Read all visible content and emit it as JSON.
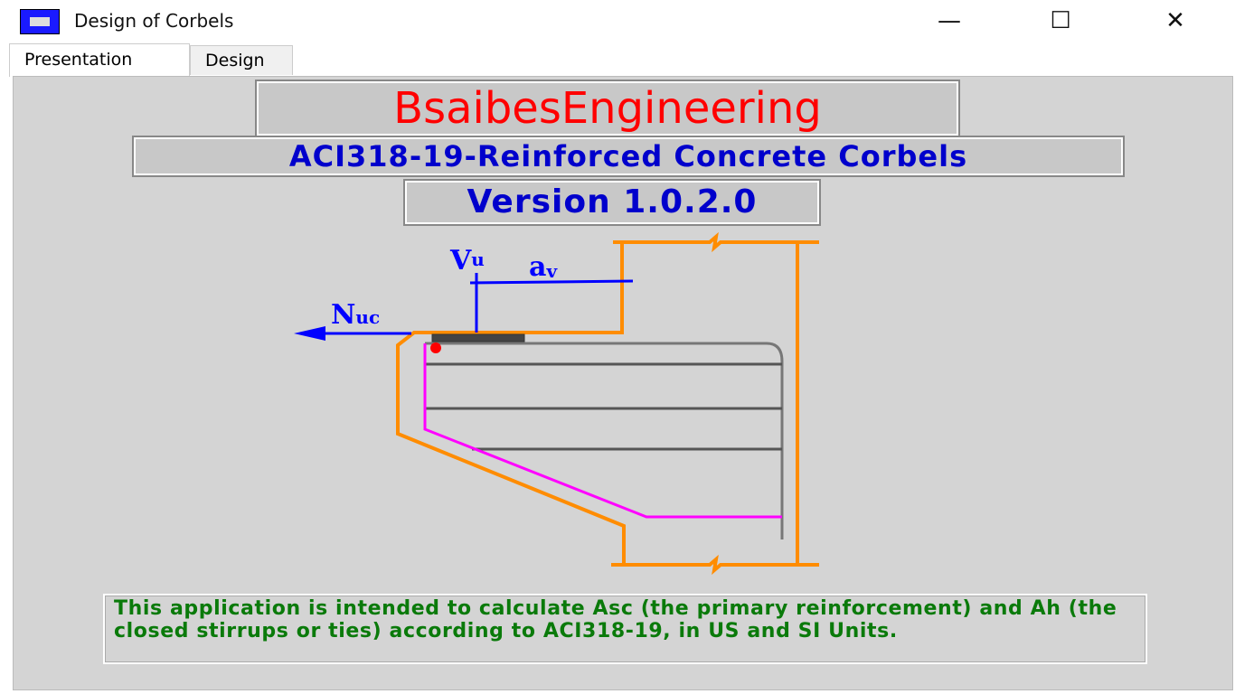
{
  "window": {
    "title": "Design of Corbels",
    "minimize": "—",
    "maximize": "☐",
    "close": "✕"
  },
  "tabs": [
    {
      "label": "Presentation",
      "active": true
    },
    {
      "label": "Design",
      "active": false
    }
  ],
  "presentation": {
    "brand": "BsaibesEngineering",
    "subtitle": "ACI318-19-Reinforced Concrete Corbels",
    "version": "Version 1.0.2.0",
    "diagram": {
      "vu_main": "V",
      "vu_sub": "u",
      "av_main": "a",
      "av_sub": "v",
      "nuc_main": "N",
      "nuc_sub": "uc"
    },
    "description": "This application is intended to calculate Asc (the primary reinforcement) and Ah (the closed stirrups or ties) according to ACI318-19, in US and SI Units."
  },
  "colors": {
    "brand": "#ff0000",
    "subtitle": "#0000cc",
    "description": "#0a7a0a",
    "concrete": "#ff8c00",
    "rebar": "#555555",
    "primary": "#ff00ff",
    "load": "#0000ff"
  }
}
